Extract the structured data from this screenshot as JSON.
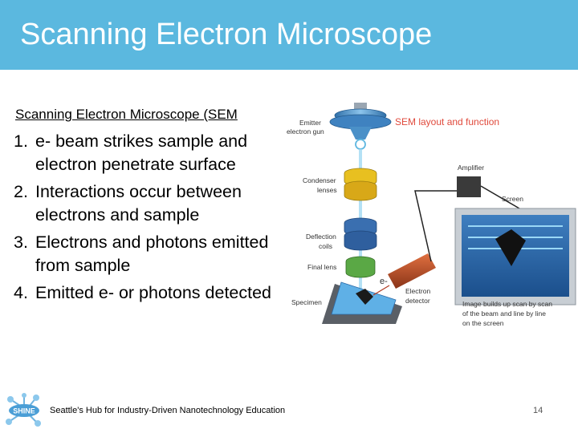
{
  "slide": {
    "title": "Scanning Electron Microscope",
    "subtitle": "Scanning Electron Microscope (SEM",
    "steps": [
      {
        "num": "1.",
        "text": "e- beam strikes sample and electron penetrate surface"
      },
      {
        "num": "2.",
        "text": "Interactions occur between electrons and sample"
      },
      {
        "num": "3.",
        "text": "Electrons and photons emitted from sample"
      },
      {
        "num": "4.",
        "text": "Emitted e- or photons detected"
      }
    ]
  },
  "diagram": {
    "heading": "SEM layout and function",
    "labels": {
      "gun_1": "Emitter",
      "gun_2": "electron gun",
      "condenser_1": "Condenser",
      "condenser_2": "lenses",
      "deflection_1": "Deflection",
      "deflection_2": "coils",
      "final": "Final lens",
      "specimen": "Specimen",
      "amplifier": "Amplifier",
      "screen": "Screen",
      "electron_symbol": "e-",
      "detector_1": "Electron",
      "detector_2": "detector",
      "caption_1": "Image builds up scan by scan",
      "caption_2": "of the beam and line by line",
      "caption_3": "on the screen"
    },
    "colors": {
      "heading": "#e04a3c",
      "gun": "#4a90c8",
      "condenser": "#e8c020",
      "deflection": "#3a6fb0",
      "final_lens": "#5aa845",
      "detector": "#c0522a",
      "beam": "#a8dcf4"
    }
  },
  "footer": {
    "logo_text": "SHINE",
    "org": "Seattle's Hub for Industry-Driven Nanotechnology Education",
    "page": "14"
  },
  "theme": {
    "accent": "#5bb8df"
  }
}
